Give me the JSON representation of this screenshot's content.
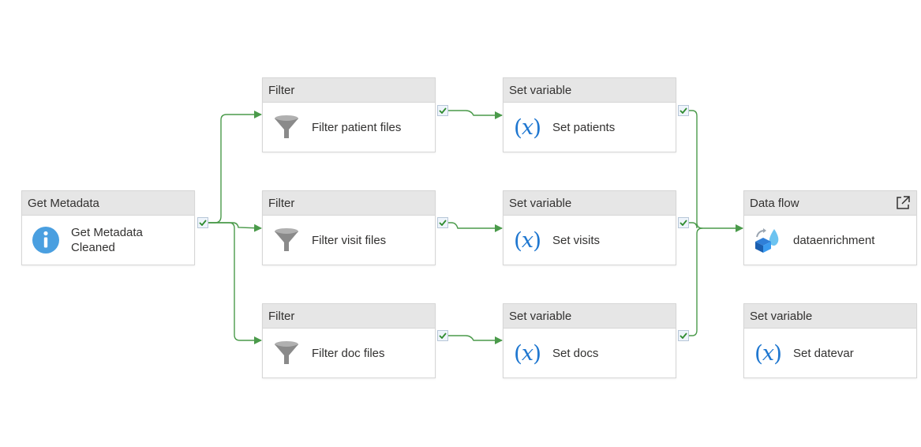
{
  "activities": {
    "get_metadata": {
      "type": "Get Metadata",
      "name_line1": "Get Metadata",
      "name_line2": "Cleaned",
      "icon": "info-icon"
    },
    "filter_patient": {
      "type": "Filter",
      "name": "Filter patient files",
      "icon": "funnel-icon"
    },
    "filter_visit": {
      "type": "Filter",
      "name": "Filter visit files",
      "icon": "funnel-icon"
    },
    "filter_doc": {
      "type": "Filter",
      "name": "Filter doc files",
      "icon": "funnel-icon"
    },
    "set_patients": {
      "type": "Set variable",
      "name": "Set patients",
      "icon": "variable-icon"
    },
    "set_visits": {
      "type": "Set variable",
      "name": "Set visits",
      "icon": "variable-icon"
    },
    "set_docs": {
      "type": "Set variable",
      "name": "Set docs",
      "icon": "variable-icon"
    },
    "data_flow": {
      "type": "Data flow",
      "name": "dataenrichment",
      "icon": "dataflow-icon",
      "action_icon": "open-external-icon"
    },
    "set_datevar": {
      "type": "Set variable",
      "name": "Set datevar",
      "icon": "variable-icon"
    }
  },
  "colors": {
    "success_connector": "#4a9a4a",
    "header_bg": "#e6e6e6",
    "variable_icon": "#1f77d0",
    "info_icon": "#4a9fe0",
    "funnel_icon": "#8a8a8a"
  }
}
